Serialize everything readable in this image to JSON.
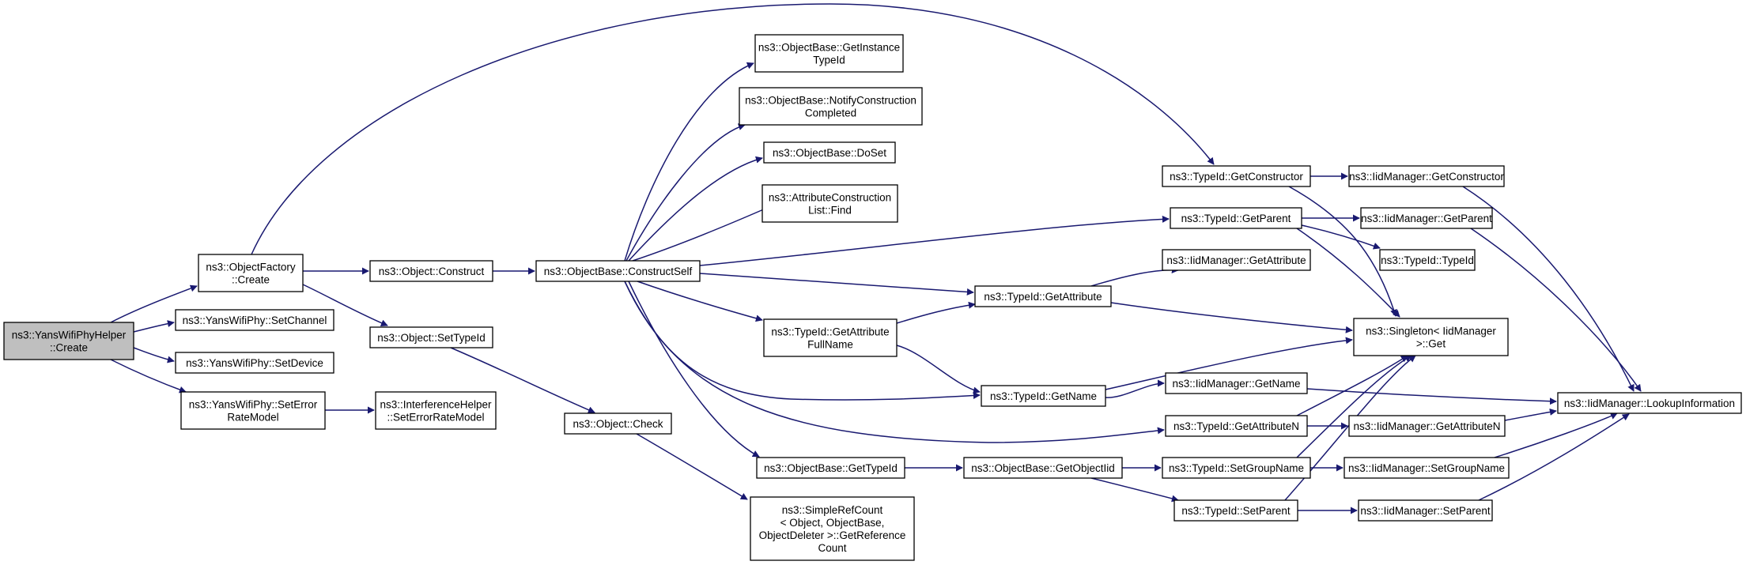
{
  "graph": {
    "title": "",
    "edge_color": "#191970",
    "root_fill": "#bfbfbf",
    "nodes": [
      {
        "id": "root",
        "lines": [
          "ns3::YansWifiPhyHelper",
          "::Create"
        ],
        "root": true
      },
      {
        "id": "of_create",
        "lines": [
          "ns3::ObjectFactory",
          "::Create"
        ]
      },
      {
        "id": "set_channel",
        "lines": [
          "ns3::YansWifiPhy::SetChannel"
        ]
      },
      {
        "id": "set_device",
        "lines": [
          "ns3::YansWifiPhy::SetDevice"
        ]
      },
      {
        "id": "set_erm",
        "lines": [
          "ns3::YansWifiPhy::SetError",
          "RateModel"
        ]
      },
      {
        "id": "obj_construct",
        "lines": [
          "ns3::Object::Construct"
        ]
      },
      {
        "id": "obj_settypeid",
        "lines": [
          "ns3::Object::SetTypeId"
        ]
      },
      {
        "id": "ih_seterm",
        "lines": [
          "ns3::InterferenceHelper",
          "::SetErrorRateModel"
        ]
      },
      {
        "id": "ob_constructself",
        "lines": [
          "ns3::ObjectBase::ConstructSelf"
        ]
      },
      {
        "id": "obj_check",
        "lines": [
          "ns3::Object::Check"
        ]
      },
      {
        "id": "ob_getinstance",
        "lines": [
          "ns3::ObjectBase::GetInstance",
          "TypeId"
        ]
      },
      {
        "id": "ob_notify",
        "lines": [
          "ns3::ObjectBase::NotifyConstruction",
          "Completed"
        ]
      },
      {
        "id": "ob_doset",
        "lines": [
          "ns3::ObjectBase::DoSet"
        ]
      },
      {
        "id": "acl_find",
        "lines": [
          "ns3::AttributeConstruction",
          "List::Find"
        ]
      },
      {
        "id": "tid_getattrfull",
        "lines": [
          "ns3::TypeId::GetAttribute",
          "FullName"
        ]
      },
      {
        "id": "ob_gettypeid",
        "lines": [
          "ns3::ObjectBase::GetTypeId"
        ]
      },
      {
        "id": "src_getref",
        "lines": [
          "ns3::SimpleRefCount",
          "< Object, ObjectBase,",
          "ObjectDeleter >::GetReference",
          "Count"
        ]
      },
      {
        "id": "tid_getattr",
        "lines": [
          "ns3::TypeId::GetAttribute"
        ]
      },
      {
        "id": "tid_getname",
        "lines": [
          "ns3::TypeId::GetName"
        ]
      },
      {
        "id": "ob_getobjtid",
        "lines": [
          "ns3::ObjectBase::GetObjectIid"
        ]
      },
      {
        "id": "tid_getconstructor",
        "lines": [
          "ns3::TypeId::GetConstructor"
        ]
      },
      {
        "id": "tid_getparent",
        "lines": [
          "ns3::TypeId::GetParent"
        ]
      },
      {
        "id": "tid_getattrn",
        "lines": [
          "ns3::TypeId::GetAttributeN"
        ]
      },
      {
        "id": "tid_setgroupname",
        "lines": [
          "ns3::TypeId::SetGroupName"
        ]
      },
      {
        "id": "tid_setparent",
        "lines": [
          "ns3::TypeId::SetParent"
        ]
      },
      {
        "id": "iid_getattribute",
        "lines": [
          "ns3::IidManager::GetAttribute"
        ]
      },
      {
        "id": "iid_getname",
        "lines": [
          "ns3::IidManager::GetName"
        ]
      },
      {
        "id": "iid_getconstructor",
        "lines": [
          "ns3::IidManager::GetConstructor"
        ]
      },
      {
        "id": "iid_getparent",
        "lines": [
          "ns3::IidManager::GetParent"
        ]
      },
      {
        "id": "tid_typeid",
        "lines": [
          "ns3::TypeId::TypeId"
        ]
      },
      {
        "id": "singleton_get",
        "lines": [
          "ns3::Singleton< IidManager",
          " >::Get"
        ]
      },
      {
        "id": "iid_getattributen",
        "lines": [
          "ns3::IidManager::GetAttributeN"
        ]
      },
      {
        "id": "iid_setgroupname",
        "lines": [
          "ns3::IidManager::SetGroupName"
        ]
      },
      {
        "id": "iid_setparent",
        "lines": [
          "ns3::IidManager::SetParent"
        ]
      },
      {
        "id": "iid_lookup",
        "lines": [
          "ns3::IidManager::LookupInformation"
        ]
      }
    ]
  }
}
